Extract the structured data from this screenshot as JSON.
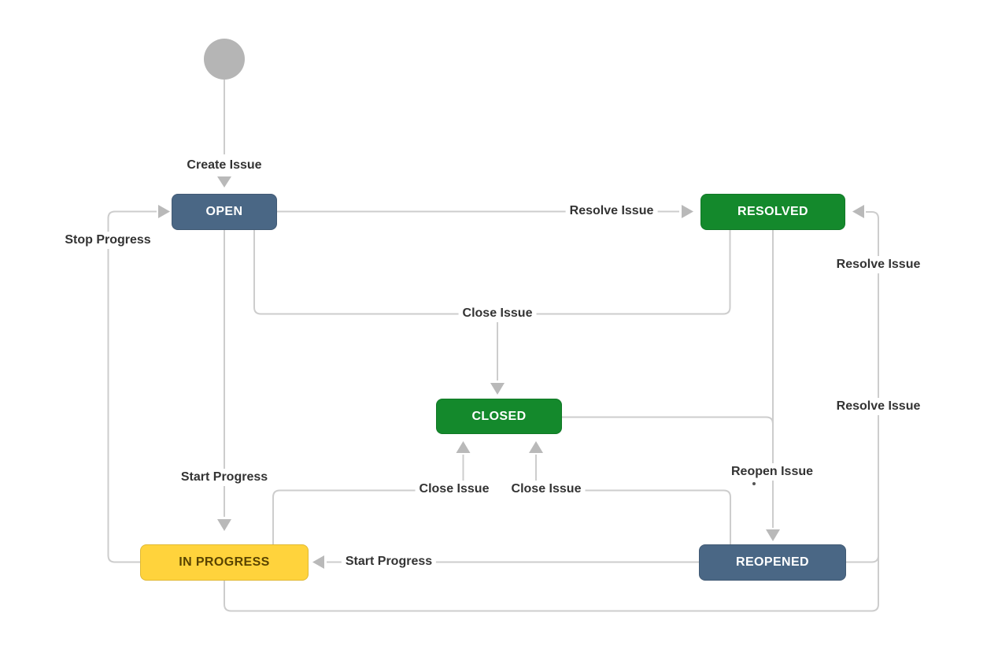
{
  "diagram": {
    "type": "issue-workflow",
    "nodes": [
      {
        "id": "open",
        "label": "OPEN",
        "bg": "#4a6785",
        "fg": "#ffffff"
      },
      {
        "id": "resolved",
        "label": "RESOLVED",
        "bg": "#14892c",
        "fg": "#ffffff"
      },
      {
        "id": "closed",
        "label": "CLOSED",
        "bg": "#14892c",
        "fg": "#ffffff"
      },
      {
        "id": "in-progress",
        "label": "IN PROGRESS",
        "bg": "#ffd33c",
        "fg": "#594300"
      },
      {
        "id": "reopened",
        "label": "REOPENED",
        "bg": "#4a6785",
        "fg": "#ffffff"
      }
    ],
    "start_node": {
      "shape": "circle",
      "color": "#b5b5b5"
    },
    "edge_labels": [
      {
        "text": "Create Issue"
      },
      {
        "text": "Resolve Issue"
      },
      {
        "text": "Stop Progress"
      },
      {
        "text": "Close Issue"
      },
      {
        "text": "Resolve Issue"
      },
      {
        "text": "Resolve Issue"
      },
      {
        "text": "Start Progress"
      },
      {
        "text": "Close Issue"
      },
      {
        "text": "Close Issue"
      },
      {
        "text": "Reopen Issue"
      },
      {
        "text": "Start Progress"
      }
    ],
    "transitions": [
      {
        "from": "start",
        "to": "open",
        "label": "Create Issue"
      },
      {
        "from": "open",
        "to": "resolved",
        "label": "Resolve Issue"
      },
      {
        "from": "in-progress",
        "to": "open",
        "label": "Stop Progress"
      },
      {
        "from": "open",
        "to": "in-progress",
        "label": "Start Progress"
      },
      {
        "from": "open",
        "to": "closed",
        "label": "Close Issue"
      },
      {
        "from": "resolved",
        "to": "closed",
        "label": "Close Issue"
      },
      {
        "from": "in-progress",
        "to": "closed",
        "label": "Close Issue"
      },
      {
        "from": "reopened",
        "to": "closed",
        "label": "Close Issue"
      },
      {
        "from": "resolved",
        "to": "reopened",
        "label": "Reopen Issue"
      },
      {
        "from": "closed",
        "to": "reopened",
        "label": "Reopen Issue"
      },
      {
        "from": "reopened",
        "to": "resolved",
        "label": "Resolve Issue"
      },
      {
        "from": "in-progress",
        "to": "resolved",
        "label": "Resolve Issue"
      },
      {
        "from": "reopened",
        "to": "in-progress",
        "label": "Start Progress"
      }
    ],
    "colors": {
      "line": "#cdcdcd",
      "arrowhead": "#b9b9b9",
      "label_text": "#333333",
      "status_blue": "#4a6785",
      "status_green": "#14892c",
      "status_yellow": "#ffd33c",
      "start_circle": "#b5b5b5"
    }
  }
}
